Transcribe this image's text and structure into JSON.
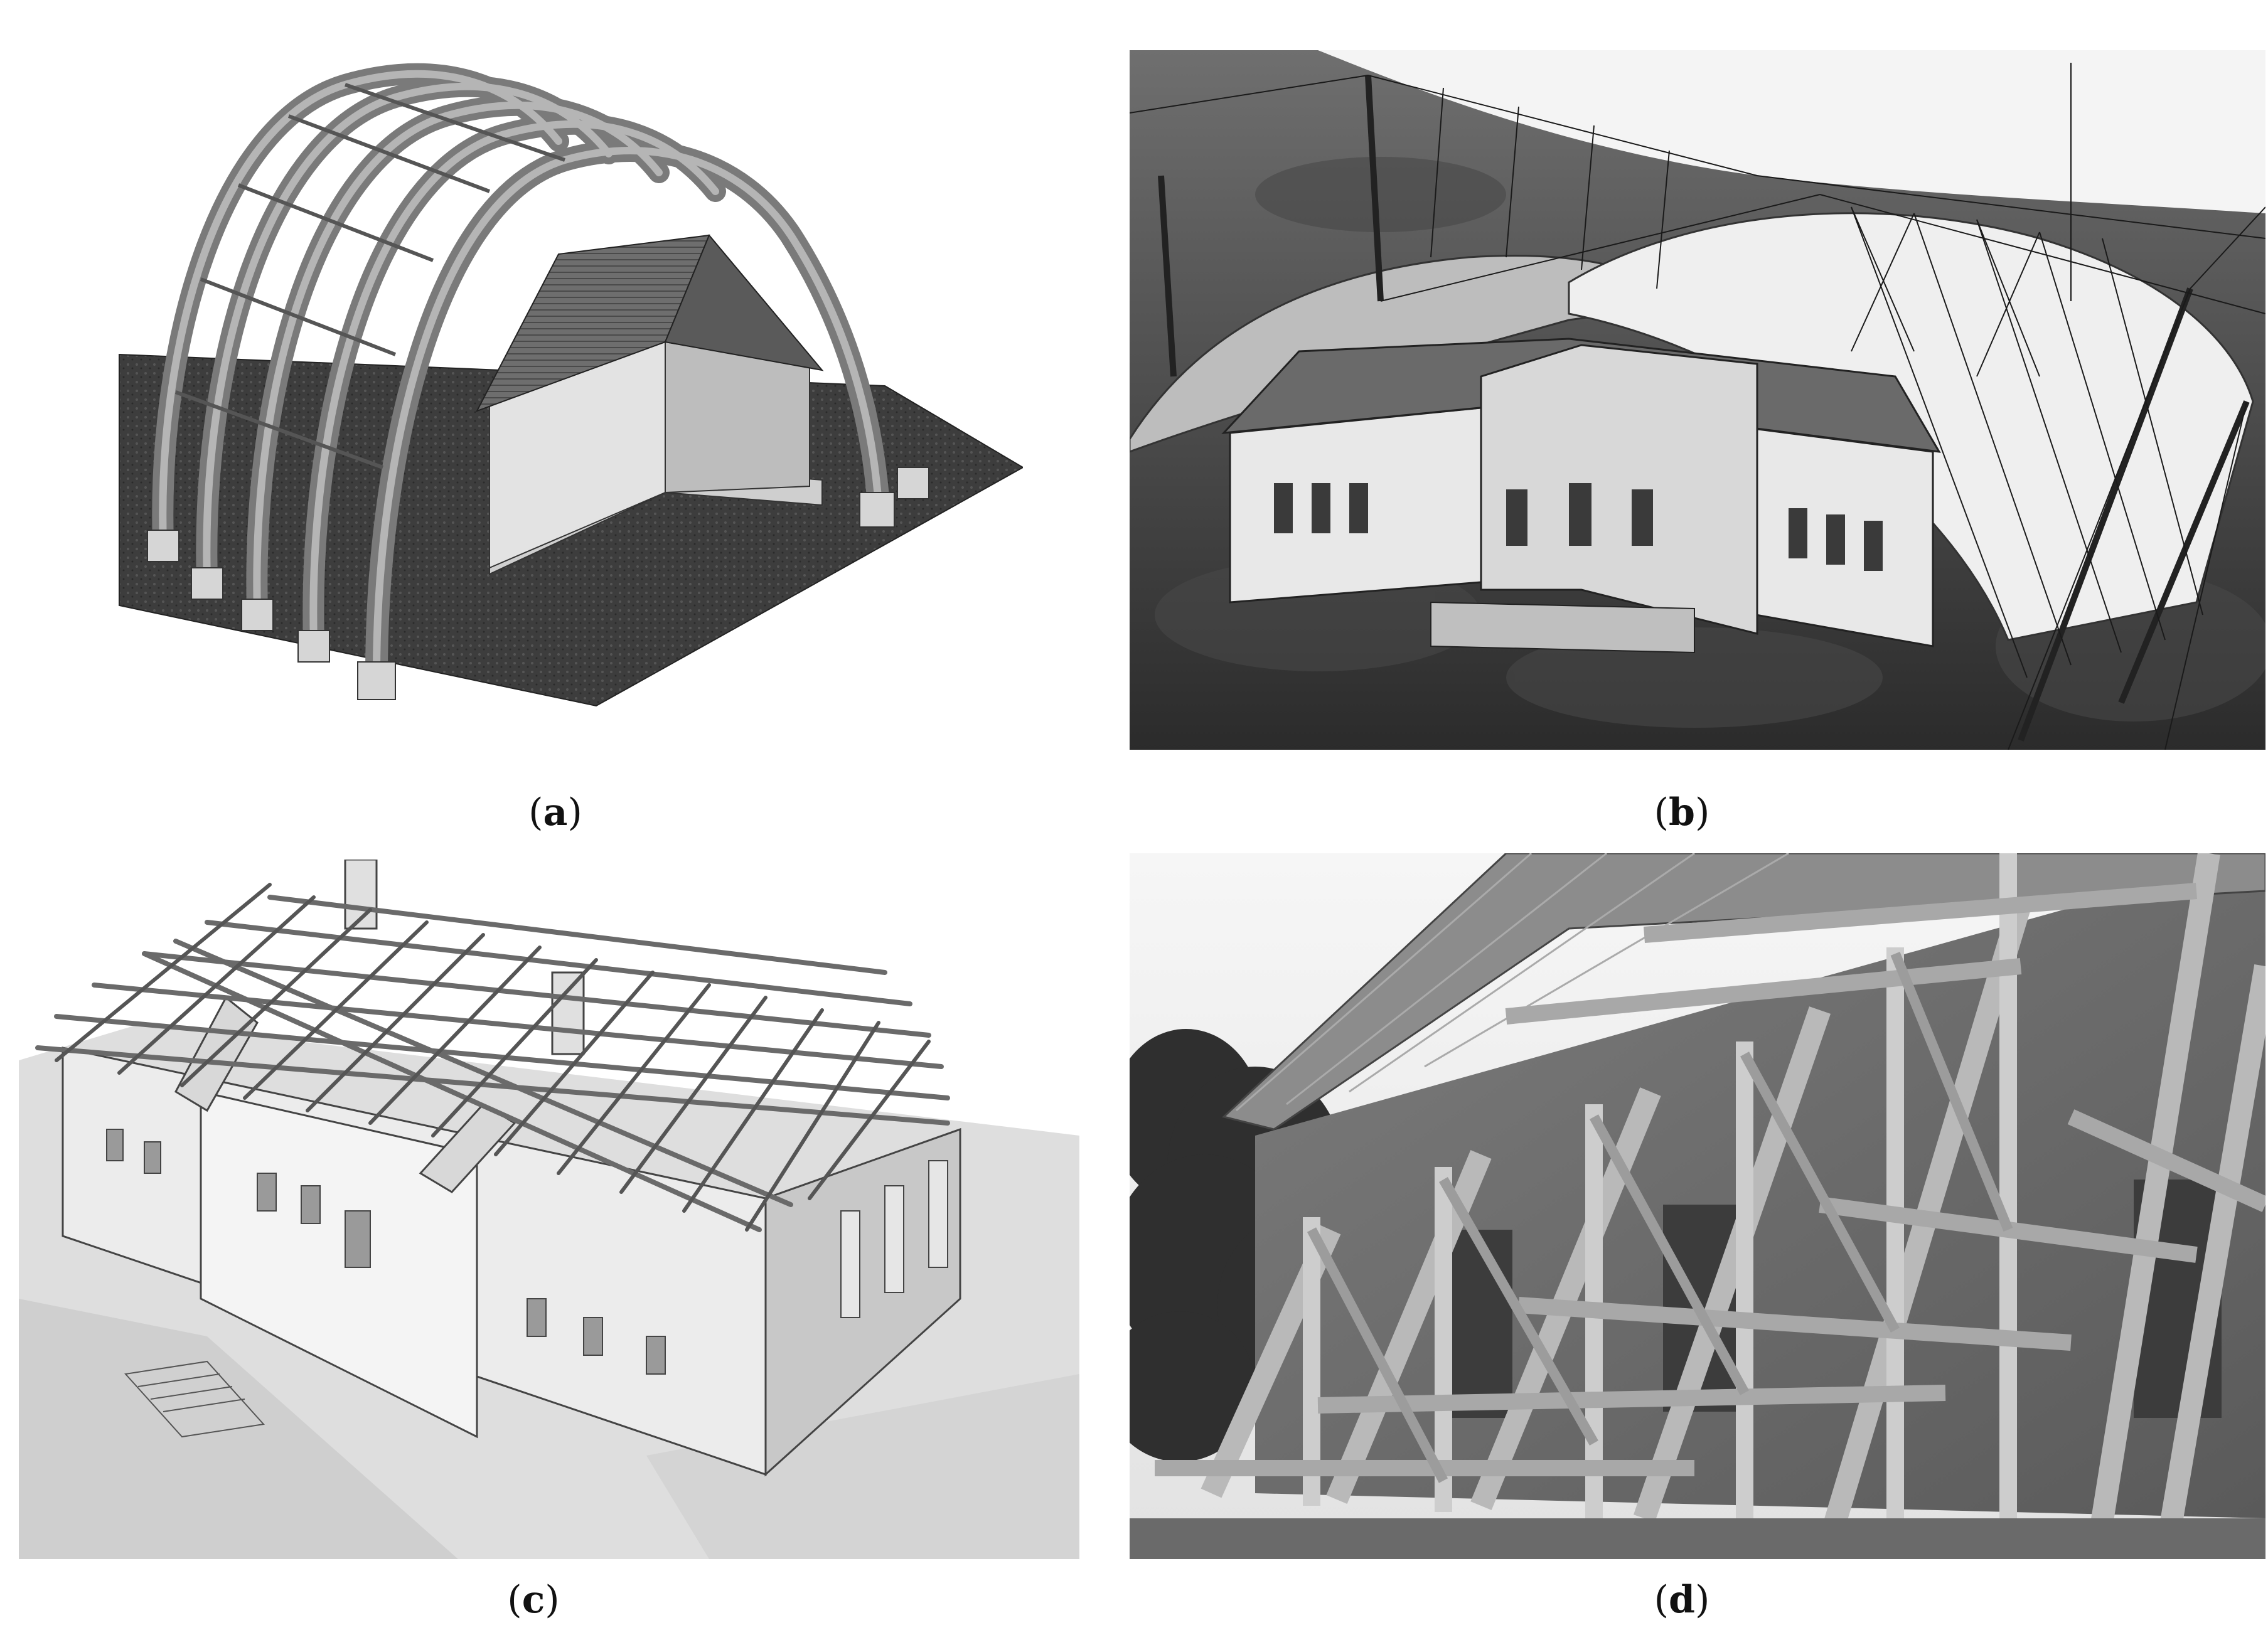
{
  "captions": {
    "a": {
      "open": "(",
      "letter": "a",
      "close": ")"
    },
    "b": {
      "open": "(",
      "letter": "b",
      "close": ")"
    },
    "c": {
      "open": "(",
      "letter": "c",
      "close": ")"
    },
    "d": {
      "open": "(",
      "letter": "d",
      "close": ")"
    }
  },
  "colors": {
    "background": "#ffffff",
    "caption_text": "#111111",
    "timber": "#8c8c8c",
    "dark_ground": "#3a3a3a"
  },
  "panels": [
    {
      "id": "a",
      "icon": "arched-truss-shelter-render"
    },
    {
      "id": "b",
      "icon": "tensile-membrane-roof-render"
    },
    {
      "id": "c",
      "icon": "building-roof-frame-model"
    },
    {
      "id": "d",
      "icon": "timber-shoring-photo"
    }
  ]
}
